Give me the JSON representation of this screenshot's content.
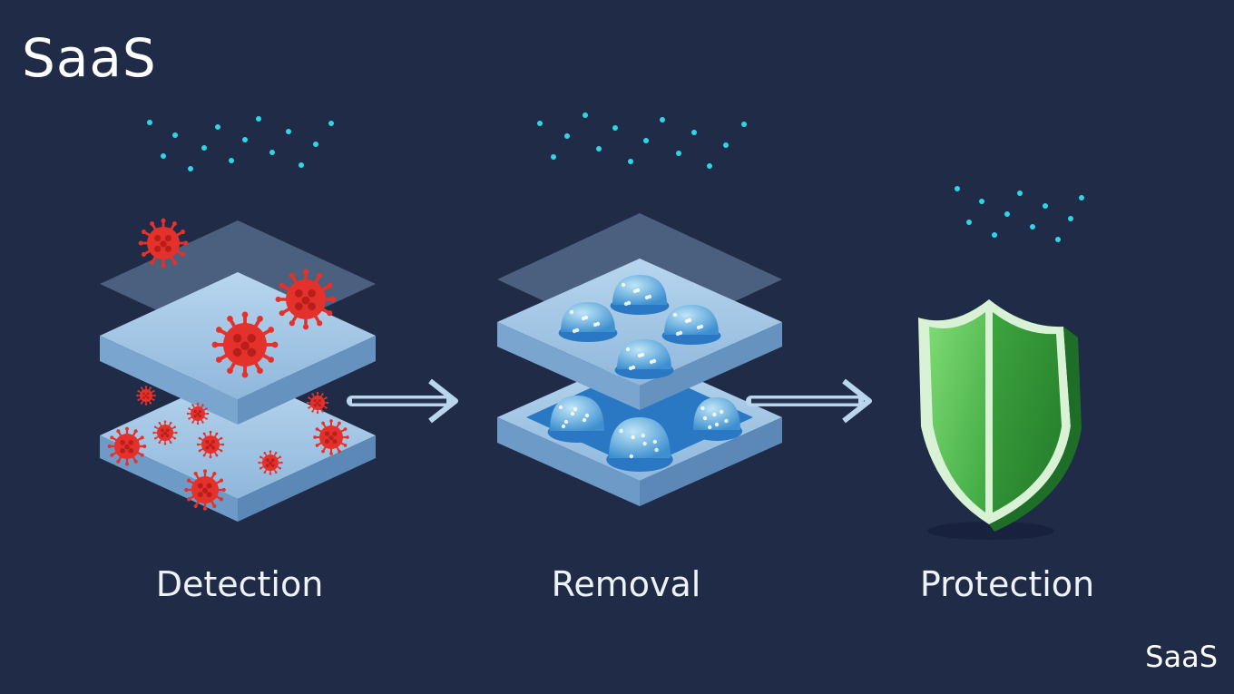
{
  "header": {
    "title": "SaaS"
  },
  "footer": {
    "watermark": "SaaS"
  },
  "stages": [
    {
      "label": "Detection",
      "icon": "virus-layers-icon"
    },
    {
      "label": "Removal",
      "icon": "cleansing-layers-icon"
    },
    {
      "label": "Protection",
      "icon": "shield-icon"
    }
  ],
  "colors": {
    "background": "#1f2b47",
    "layer_top": "#9ec4e4",
    "layer_side": "#6d9ac6",
    "virus": "#e5312b",
    "stream": "#2fd6e8",
    "shield": "#47b24a",
    "arrow": "#b9d6ee"
  }
}
